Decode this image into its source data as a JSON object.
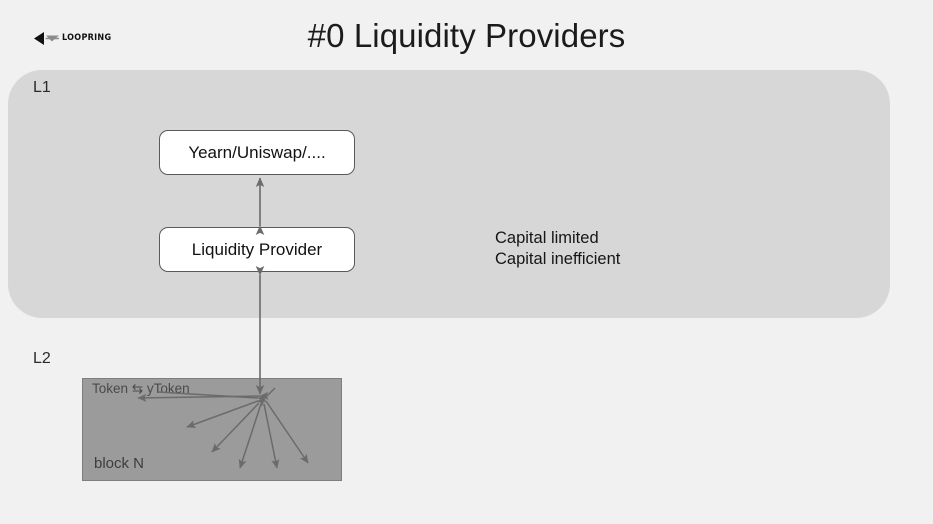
{
  "slide": {
    "title": "#0 Liquidity Providers",
    "background_color": "#f1f1f1"
  },
  "logo": {
    "name": "loopring-logo",
    "wordmark": "LOOPRING",
    "mark_color": "#111111",
    "accent_color": "#8c8c8c"
  },
  "l1": {
    "label": "L1",
    "background_color": "#d7d7d7",
    "nodes": [
      {
        "id": "yearn",
        "label": "Yearn/Uniswap/...."
      },
      {
        "id": "liquidity-provider",
        "label": "Liquidity Provider"
      }
    ],
    "notes": [
      "Capital limited",
      "Capital inefficient"
    ]
  },
  "l2": {
    "label": "L2",
    "background_color": "#9b9b9b",
    "token_label": "Token ⇆ yToken",
    "block_label": "block N"
  },
  "connectors": {
    "arrow_color": "#6b6b6b",
    "items": [
      {
        "name": "yearn-to-lp",
        "type": "double-arrow"
      },
      {
        "name": "lp-to-l2",
        "type": "double-arrow"
      },
      {
        "name": "l2-fan-out",
        "type": "radial-arrows",
        "count": 8
      }
    ]
  }
}
